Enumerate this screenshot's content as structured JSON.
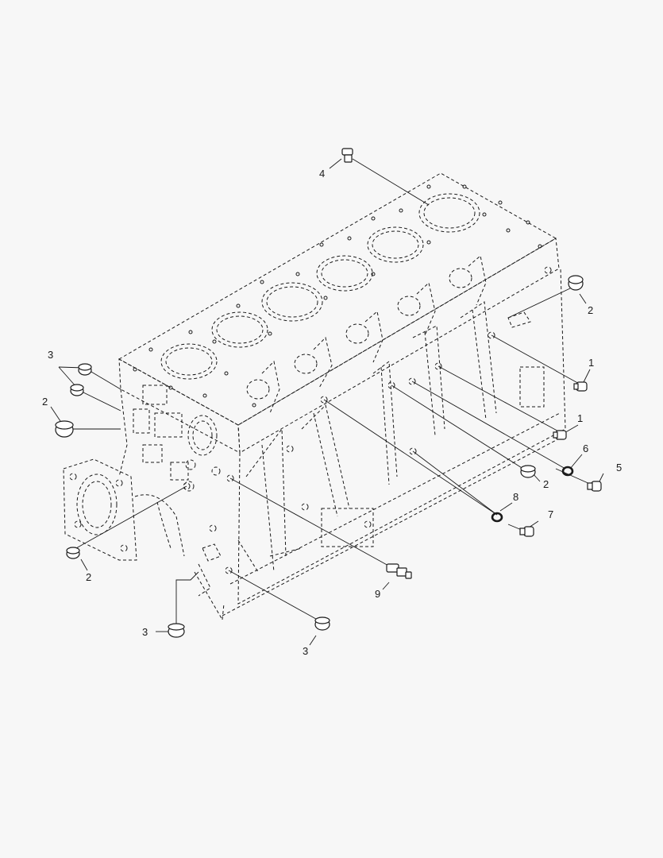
{
  "callouts": [
    {
      "id": "c4",
      "text": "4"
    },
    {
      "id": "c3a",
      "text": "3"
    },
    {
      "id": "c2a",
      "text": "2"
    },
    {
      "id": "c2b",
      "text": "2"
    },
    {
      "id": "c1a",
      "text": "1"
    },
    {
      "id": "c1b",
      "text": "1"
    },
    {
      "id": "c6",
      "text": "6"
    },
    {
      "id": "c5",
      "text": "5"
    },
    {
      "id": "c2c",
      "text": "2"
    },
    {
      "id": "c8",
      "text": "8"
    },
    {
      "id": "c7",
      "text": "7"
    },
    {
      "id": "c2d",
      "text": "2"
    },
    {
      "id": "c9",
      "text": "9"
    },
    {
      "id": "c3b",
      "text": "3"
    },
    {
      "id": "c3c",
      "text": "3"
    }
  ],
  "colors": {
    "line": "#1a1a1a",
    "background": "#f7f7f7"
  }
}
